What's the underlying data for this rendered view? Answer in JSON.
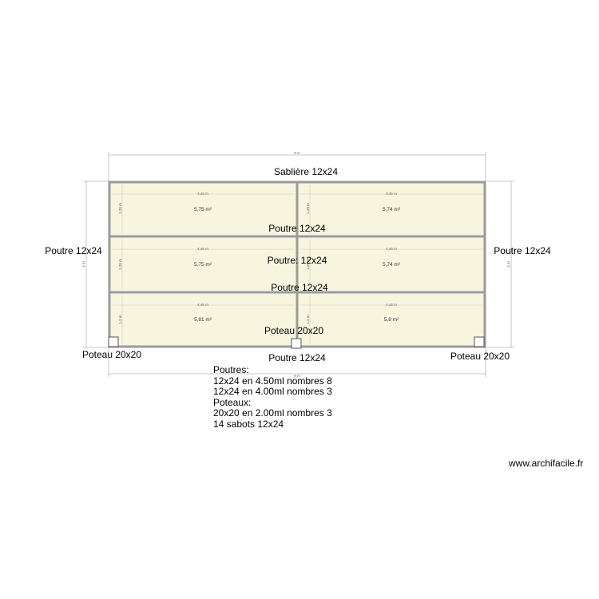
{
  "colors": {
    "room_fill": "#f7f5de",
    "wall": "#9a9a9a",
    "dim_line": "#b8b8b8",
    "text": "#000000"
  },
  "dimensions": {
    "top_total": "9 m",
    "bottom_total": "9 m",
    "left_total": "4 m",
    "right_total": "4 m"
  },
  "labels": {
    "sabliere": "Sablière 12x24",
    "poutre_row1": "Poutre 12x24",
    "poutre_row2_a": "Poutre: 12x24",
    "poutre_row2_b": "Poutre 12x24",
    "poteau_row3": "Poteau 20x20",
    "poutre_left": "Poutre 12x24",
    "poutre_right": "Poutre 12x24",
    "poutre_bottom": "Poutre 12x24",
    "poteau_left": "Poteau 20x20",
    "poteau_right": "Poteau 20x20"
  },
  "rooms": [
    {
      "area": "5,75 m²",
      "width": "4,46 m",
      "height": "1,28 m"
    },
    {
      "area": "5,74 m²",
      "width": "4,45 m",
      "height": "1,28 m"
    },
    {
      "area": "5,75 m²",
      "width": "4,46 m",
      "height": "1,28 m"
    },
    {
      "area": "5,74 m²",
      "width": "4,45 m",
      "height": "1,28 m"
    },
    {
      "area": "5,81 m²",
      "width": "4,46 m",
      "height": "1,3 m"
    },
    {
      "area": "5,8 m²",
      "width": "4,45 m",
      "height": "1,3 m"
    }
  ],
  "notes": [
    "Poutres:",
    "12x24 en 4.50ml nombres 8",
    "12x24 en 4.00ml nombres 3",
    "Poteaux:",
    "20x20 en 2.00ml nombres 3",
    "14 sabots 12x24"
  ],
  "watermark": "www.archifacile.fr"
}
